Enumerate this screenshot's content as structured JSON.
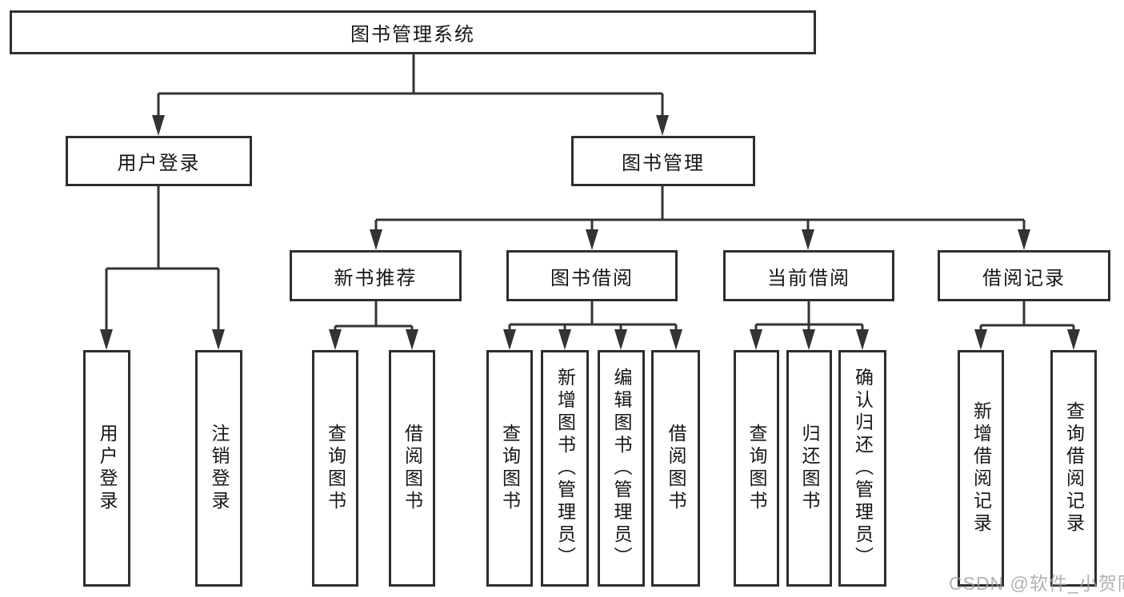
{
  "diagram": {
    "type": "hierarchy-tree",
    "watermark": "CSDN @软件_小贺同学",
    "colors": {
      "background": "#ffffff",
      "line": "#333333",
      "box_border": "#2e2e2e",
      "text": "#161616",
      "watermark": "#9e9e9e"
    },
    "tree": {
      "label": "图书管理系统",
      "children": [
        {
          "label": "用户登录",
          "children": [
            {
              "label": "用户登录"
            },
            {
              "label": "注销登录"
            }
          ]
        },
        {
          "label": "图书管理",
          "children": [
            {
              "label": "新书推荐",
              "children": [
                {
                  "label": "查询图书"
                },
                {
                  "label": "借阅图书"
                }
              ]
            },
            {
              "label": "图书借阅",
              "children": [
                {
                  "label": "查询图书"
                },
                {
                  "label": "新增图书（管理员）"
                },
                {
                  "label": "编辑图书（管理员）"
                },
                {
                  "label": "借阅图书"
                }
              ]
            },
            {
              "label": "当前借阅",
              "children": [
                {
                  "label": "查询图书"
                },
                {
                  "label": "归还图书"
                },
                {
                  "label": "确认归还（管理员）"
                }
              ]
            },
            {
              "label": "借阅记录",
              "children": [
                {
                  "label": "新增借阅记录"
                },
                {
                  "label": "查询借阅记录"
                }
              ]
            }
          ]
        }
      ]
    }
  }
}
